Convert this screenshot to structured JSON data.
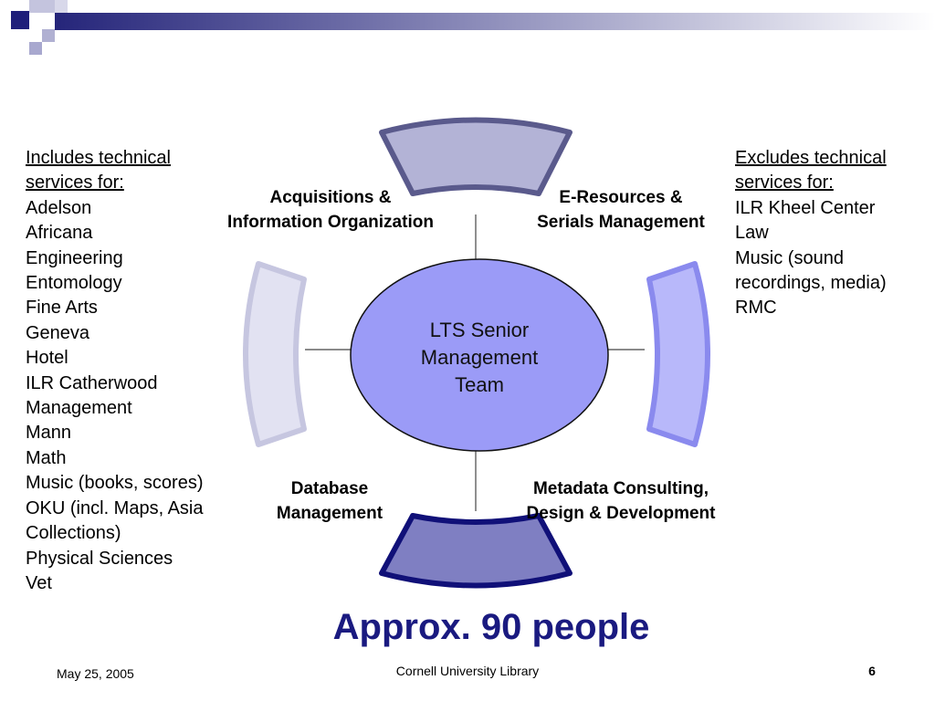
{
  "diagram": {
    "center_lines": [
      "LTS Senior",
      "Management",
      "Team"
    ],
    "units": [
      {
        "id": "acq",
        "lines": [
          "Acquisitions &",
          "Information Organization"
        ]
      },
      {
        "id": "eres",
        "lines": [
          "E-Resources &",
          "Serials Management"
        ]
      },
      {
        "id": "db",
        "lines": [
          "Database",
          "Management"
        ]
      },
      {
        "id": "meta",
        "lines": [
          "Metadata Consulting,",
          "Design & Development"
        ]
      }
    ],
    "colors": {
      "top_arc": "#b3b3d6",
      "left_arc": "#e2e2f2",
      "right_arc": "#b8b8fa",
      "bottom_arc": "#7f7fc2",
      "center_ellipse": "#9b9bf7"
    }
  },
  "includes": {
    "header_lines": [
      "Includes technical",
      "services for:"
    ],
    "items": [
      "Adelson",
      "Africana",
      "Engineering",
      "Entomology",
      "Fine Arts",
      "Geneva",
      "Hotel",
      "ILR Catherwood",
      "Management",
      "Mann",
      "Math",
      "Music (books, scores)",
      "OKU (incl. Maps, Asia",
      "Collections)",
      "Physical Sciences",
      "Vet"
    ]
  },
  "excludes": {
    "header_lines": [
      "Excludes technical",
      "services for:"
    ],
    "items": [
      "ILR Kheel Center",
      "Law",
      "Music (sound",
      "recordings, media)",
      "RMC"
    ]
  },
  "headcount": "Approx. 90 people",
  "footer": {
    "date": "May 25, 2005",
    "org": "Cornell University Library",
    "page": "6"
  }
}
